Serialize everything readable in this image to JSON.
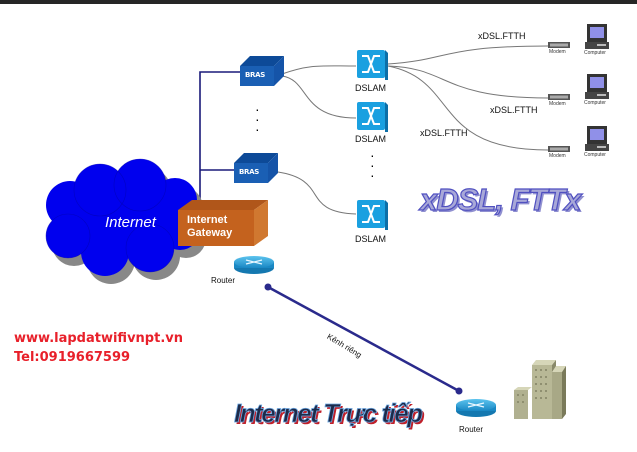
{
  "diagram": {
    "title_wordart": "xDSL, FTTx",
    "bottom_wordart": "Internet Trực tiếp",
    "cloud": {
      "label": "Internet",
      "color": "#0000ee"
    },
    "gateway": {
      "line1": "Internet",
      "line2": "Gateway",
      "color": "#c4621e"
    },
    "bras": [
      {
        "label": "BRAS"
      },
      {
        "label": "BRAS"
      }
    ],
    "dslams": [
      {
        "label": "DSLAM"
      },
      {
        "label": "DSLAM"
      },
      {
        "label": "DSLAM"
      }
    ],
    "links": [
      {
        "label": "xDSL.FTTH"
      },
      {
        "label": "xDSL.FTTH"
      },
      {
        "label": "xDSL.FTTH"
      }
    ],
    "endpoints": [
      {
        "modem": "Modem",
        "computer": "Computer"
      },
      {
        "modem": "Modem",
        "computer": "Computer"
      },
      {
        "modem": "Modem",
        "computer": "Computer"
      }
    ],
    "router_top": {
      "label": "Router"
    },
    "router_bottom": {
      "label": "Router"
    },
    "leased_line": {
      "label": "Kênh riêng",
      "color": "#2a2a8c"
    },
    "contact": {
      "website": "www.lapdatwifivnpt.vn",
      "phone": "Tel:0919667599",
      "color": "#e8202a"
    },
    "colors": {
      "bras": "#1a5fb4",
      "dslam": "#1aa0e0",
      "router": "#2aa0d8"
    }
  }
}
